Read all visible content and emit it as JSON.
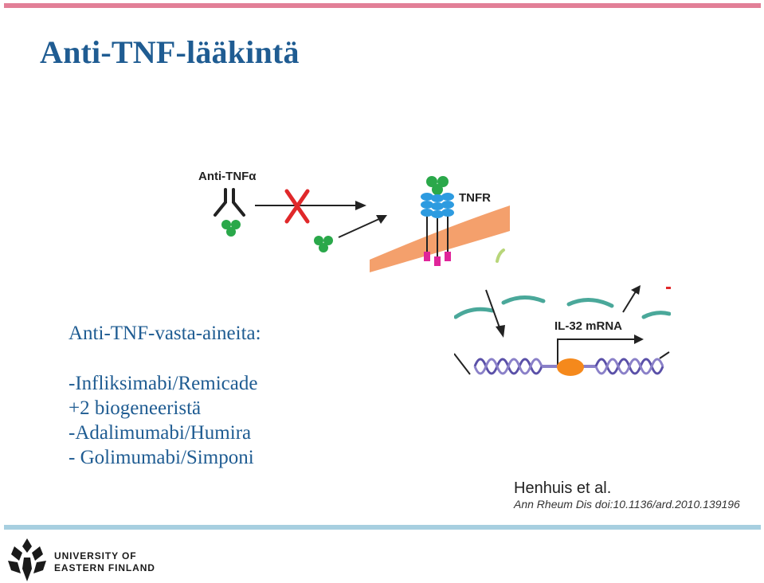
{
  "slide": {
    "title": "Anti-TNF-lääkintä",
    "body_lines": [
      "Anti-TNF-vasta-aineita:",
      "-Infliksimabi/Remicade",
      "+2 biogeneeristä",
      "-Adalimumabi/Humira",
      "- Golimumabi/Simponi"
    ]
  },
  "figure": {
    "label_antibody": "Anti-TNFα",
    "label_receptor": "TNFR",
    "label_mrna": "IL-32 mRNA"
  },
  "citation": {
    "authors": "Henhuis et al.",
    "journal": "Ann Rheum Dis doi:10.1136/ard.2010.139196"
  },
  "footer": {
    "university_line1": "UNIVERSITY OF",
    "university_line2": "EASTERN FINLAND"
  },
  "colors": {
    "title": "#1f5c92",
    "top_bar": "#e27f97",
    "bottom_bar": "#a7cfe0",
    "membrane": "#f4a06c",
    "tnf": "#2aa84a",
    "receptor": "#2d9be0",
    "receptor_tail": "#e0259a",
    "dna": "#5a50a8",
    "arrow_arc": "#4aa89a"
  }
}
